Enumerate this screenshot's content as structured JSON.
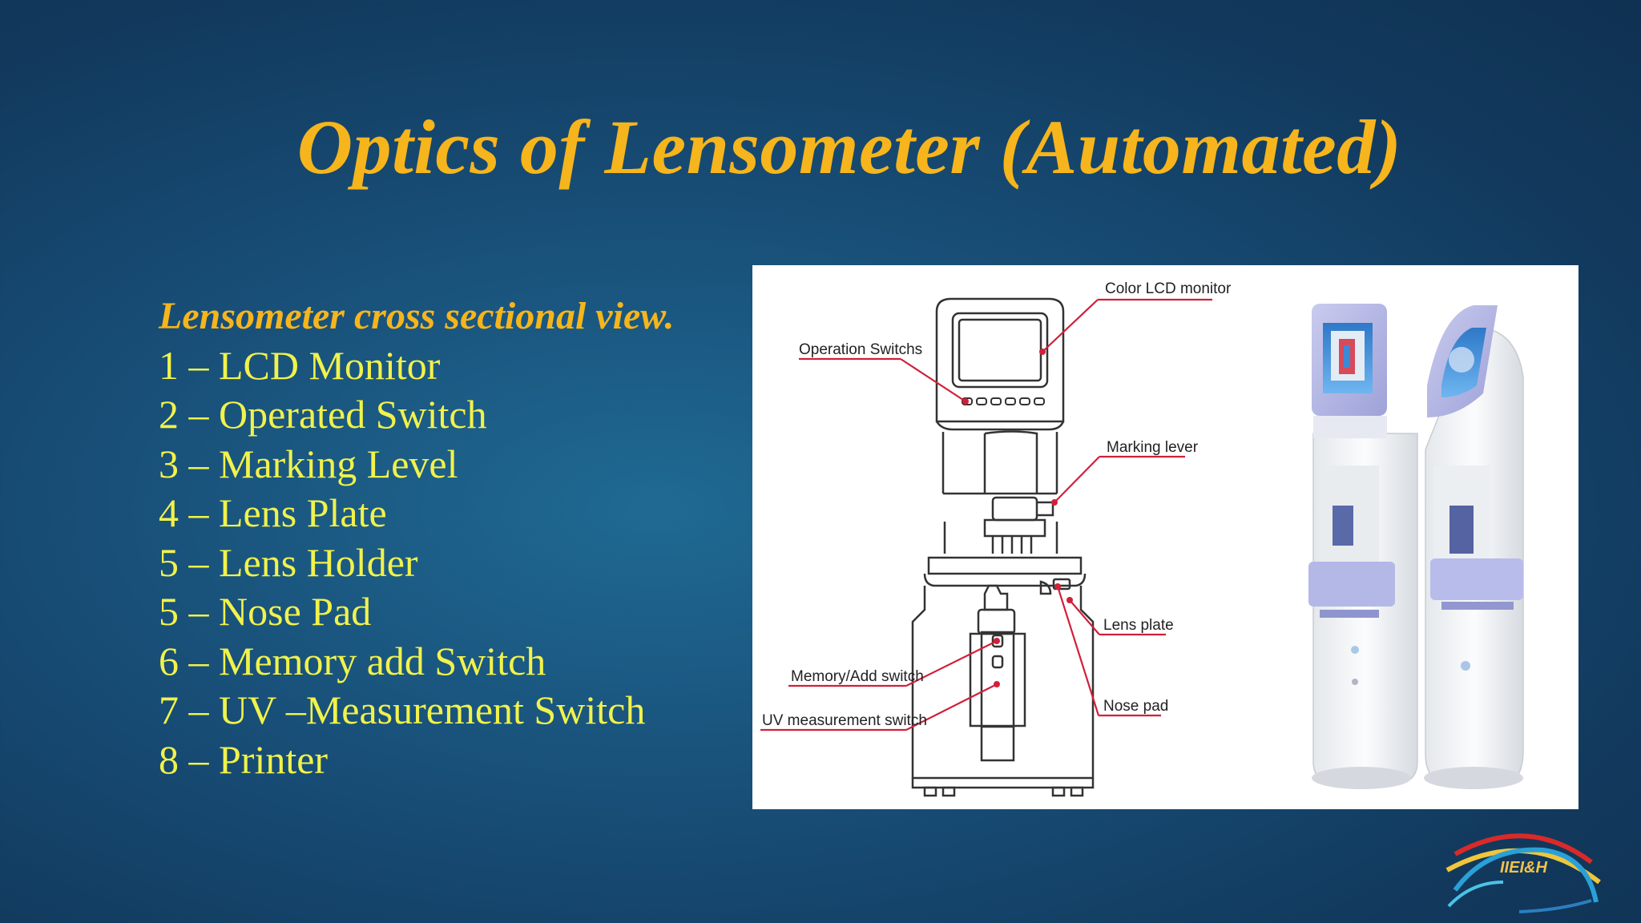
{
  "slide": {
    "title": "Optics of Lensometer (Automated)",
    "subtitle": "Lensometer cross sectional view.",
    "items": [
      "1 – LCD Monitor",
      "2 – Operated Switch",
      "3 – Marking Level",
      "4 – Lens Plate",
      "5 – Lens Holder",
      "5 – Nose Pad",
      "6 – Memory add Switch",
      "7 – UV –Measurement Switch",
      "8 – Printer"
    ]
  },
  "diagram": {
    "labels": {
      "color_lcd": "Color LCD monitor",
      "operation_switches": "Operation Switchs",
      "marking_lever": "Marking lever",
      "lens_plate": "Lens plate",
      "memory_add": "Memory/Add switch",
      "uv_switch": "UV measurement switch",
      "nose_pad": "Nose pad"
    }
  },
  "logo": {
    "text": "IIEI&H"
  },
  "colors": {
    "title": "#f6b51c",
    "list_text": "#f1f24b",
    "leader": "#d0203a"
  }
}
